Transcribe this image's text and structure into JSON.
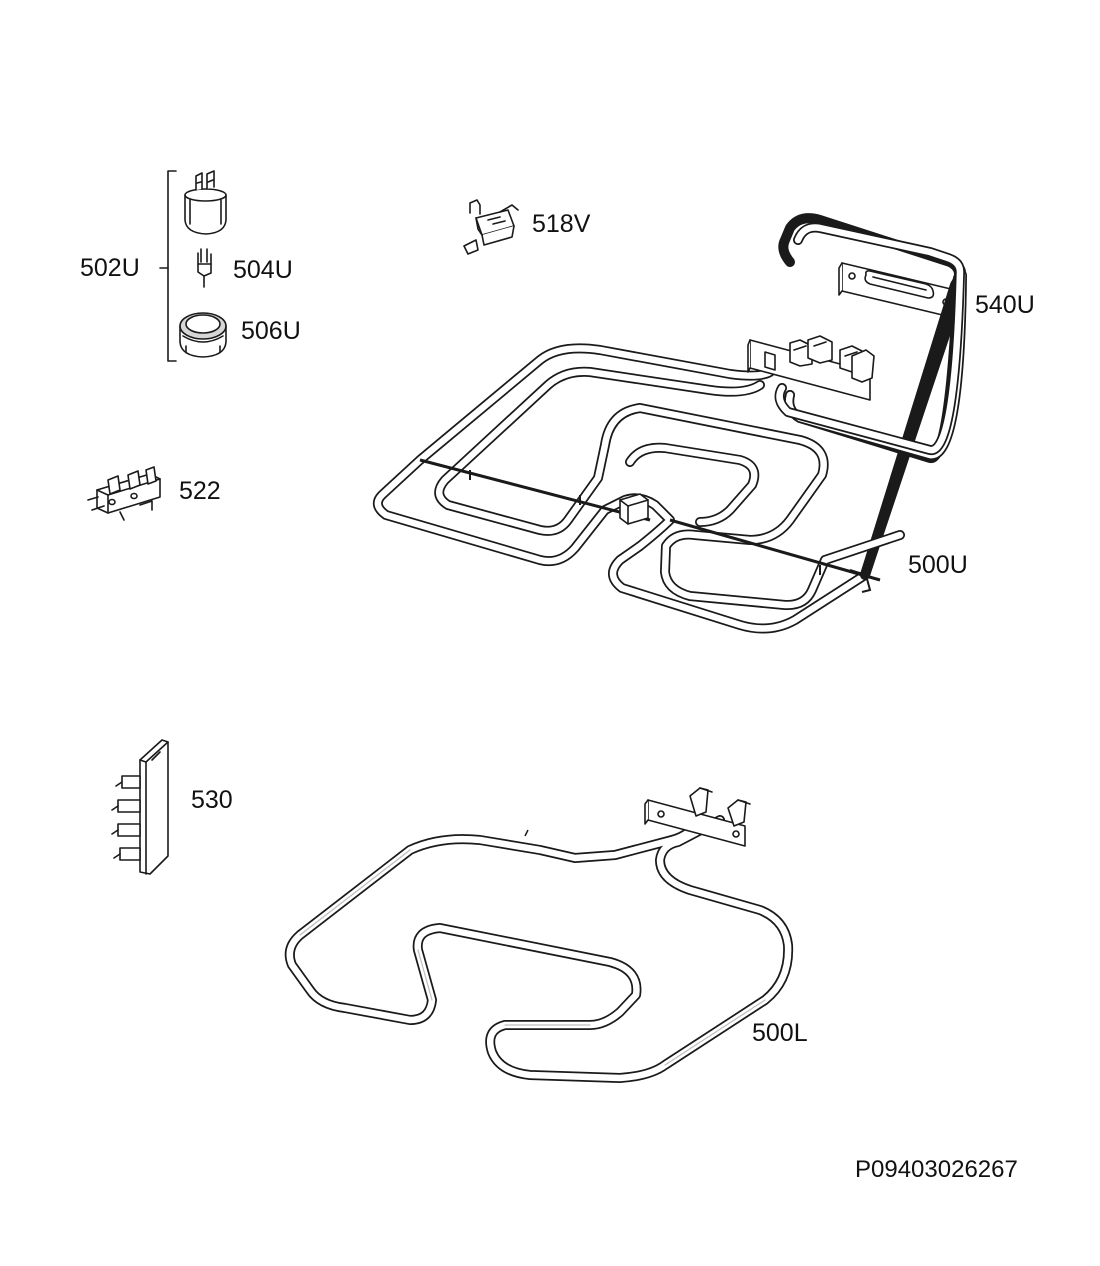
{
  "parts": [
    {
      "id": "502U",
      "label": "502U"
    },
    {
      "id": "504U",
      "label": "504U"
    },
    {
      "id": "506U",
      "label": "506U"
    },
    {
      "id": "518V",
      "label": "518V"
    },
    {
      "id": "540U",
      "label": "540U"
    },
    {
      "id": "522",
      "label": "522"
    },
    {
      "id": "500U",
      "label": "500U"
    },
    {
      "id": "530",
      "label": "530"
    },
    {
      "id": "500L",
      "label": "500L"
    }
  ],
  "drawing_number": "P09403026267"
}
